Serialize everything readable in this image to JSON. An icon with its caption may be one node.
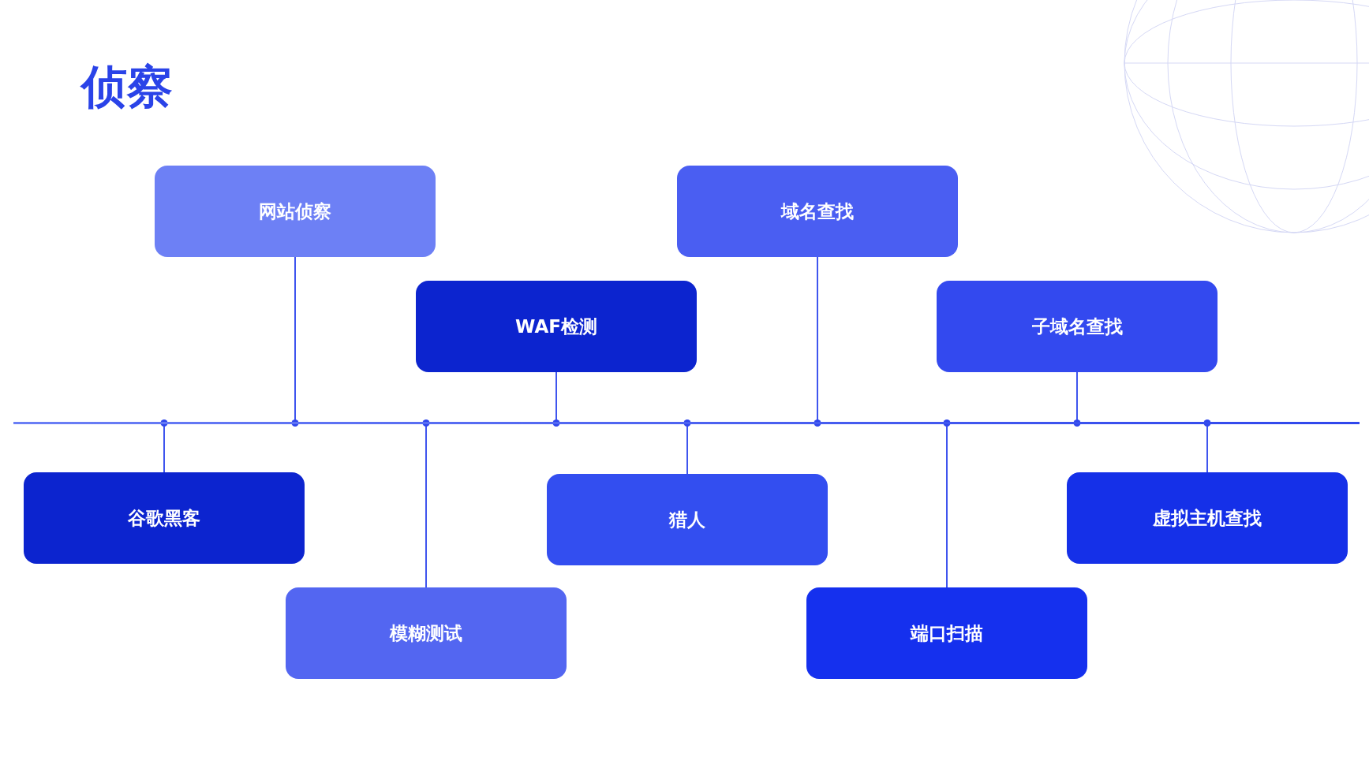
{
  "diagram": {
    "title": "侦察",
    "nodes": [
      {
        "text": [
          "网站侦察"
        ]
      },
      {
        "text": [
          "域名查找"
        ]
      },
      {
        "text": [
          "WAF检测"
        ]
      },
      {
        "text": [
          "子域名查找"
        ]
      },
      {
        "text": [],
        "shape": "bar"
      },
      {
        "text": [
          "谷歌黑客"
        ]
      },
      {
        "text": [
          "猎人"
        ]
      },
      {
        "text": [
          "虚拟主机查找"
        ]
      },
      {
        "text": [
          "模糊测试"
        ]
      },
      {
        "text": [
          "端口扫描"
        ]
      }
    ],
    "edges": [
      {
        "from": 0,
        "to": 4,
        "arrow": "other"
      },
      {
        "from": 1,
        "to": 4,
        "arrow": "other"
      },
      {
        "from": 2,
        "to": 4,
        "arrow": "other"
      },
      {
        "from": 3,
        "to": 4,
        "arrow": "other"
      },
      {
        "from": 5,
        "to": 4,
        "arrow": "other"
      },
      {
        "from": 6,
        "to": 4,
        "arrow": "other"
      },
      {
        "from": 7,
        "to": 4,
        "arrow": "other"
      },
      {
        "from": 8,
        "to": 4,
        "arrow": "other"
      },
      {
        "from": 9,
        "to": 4,
        "arrow": "other"
      }
    ]
  }
}
